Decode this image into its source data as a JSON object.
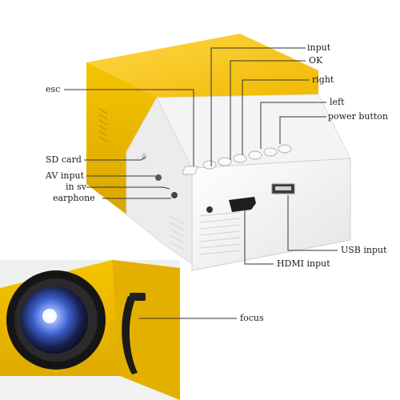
{
  "labels": {
    "input": "input",
    "ok": "OK",
    "right": "right",
    "left": "left",
    "power_button": "power button",
    "esc": "esc",
    "sd_card": "SD card",
    "av_input": "AV input",
    "in_sv": "in sv",
    "earphone": "earphone",
    "usb_input": "USB input",
    "hdmi_input": "HDMI input",
    "focus": "focus"
  },
  "colors": {
    "body_yellow": "#f5c400",
    "body_white": "#f7f7f7",
    "leader_line": "#333333",
    "lens_blue": "#3a5fc9"
  }
}
